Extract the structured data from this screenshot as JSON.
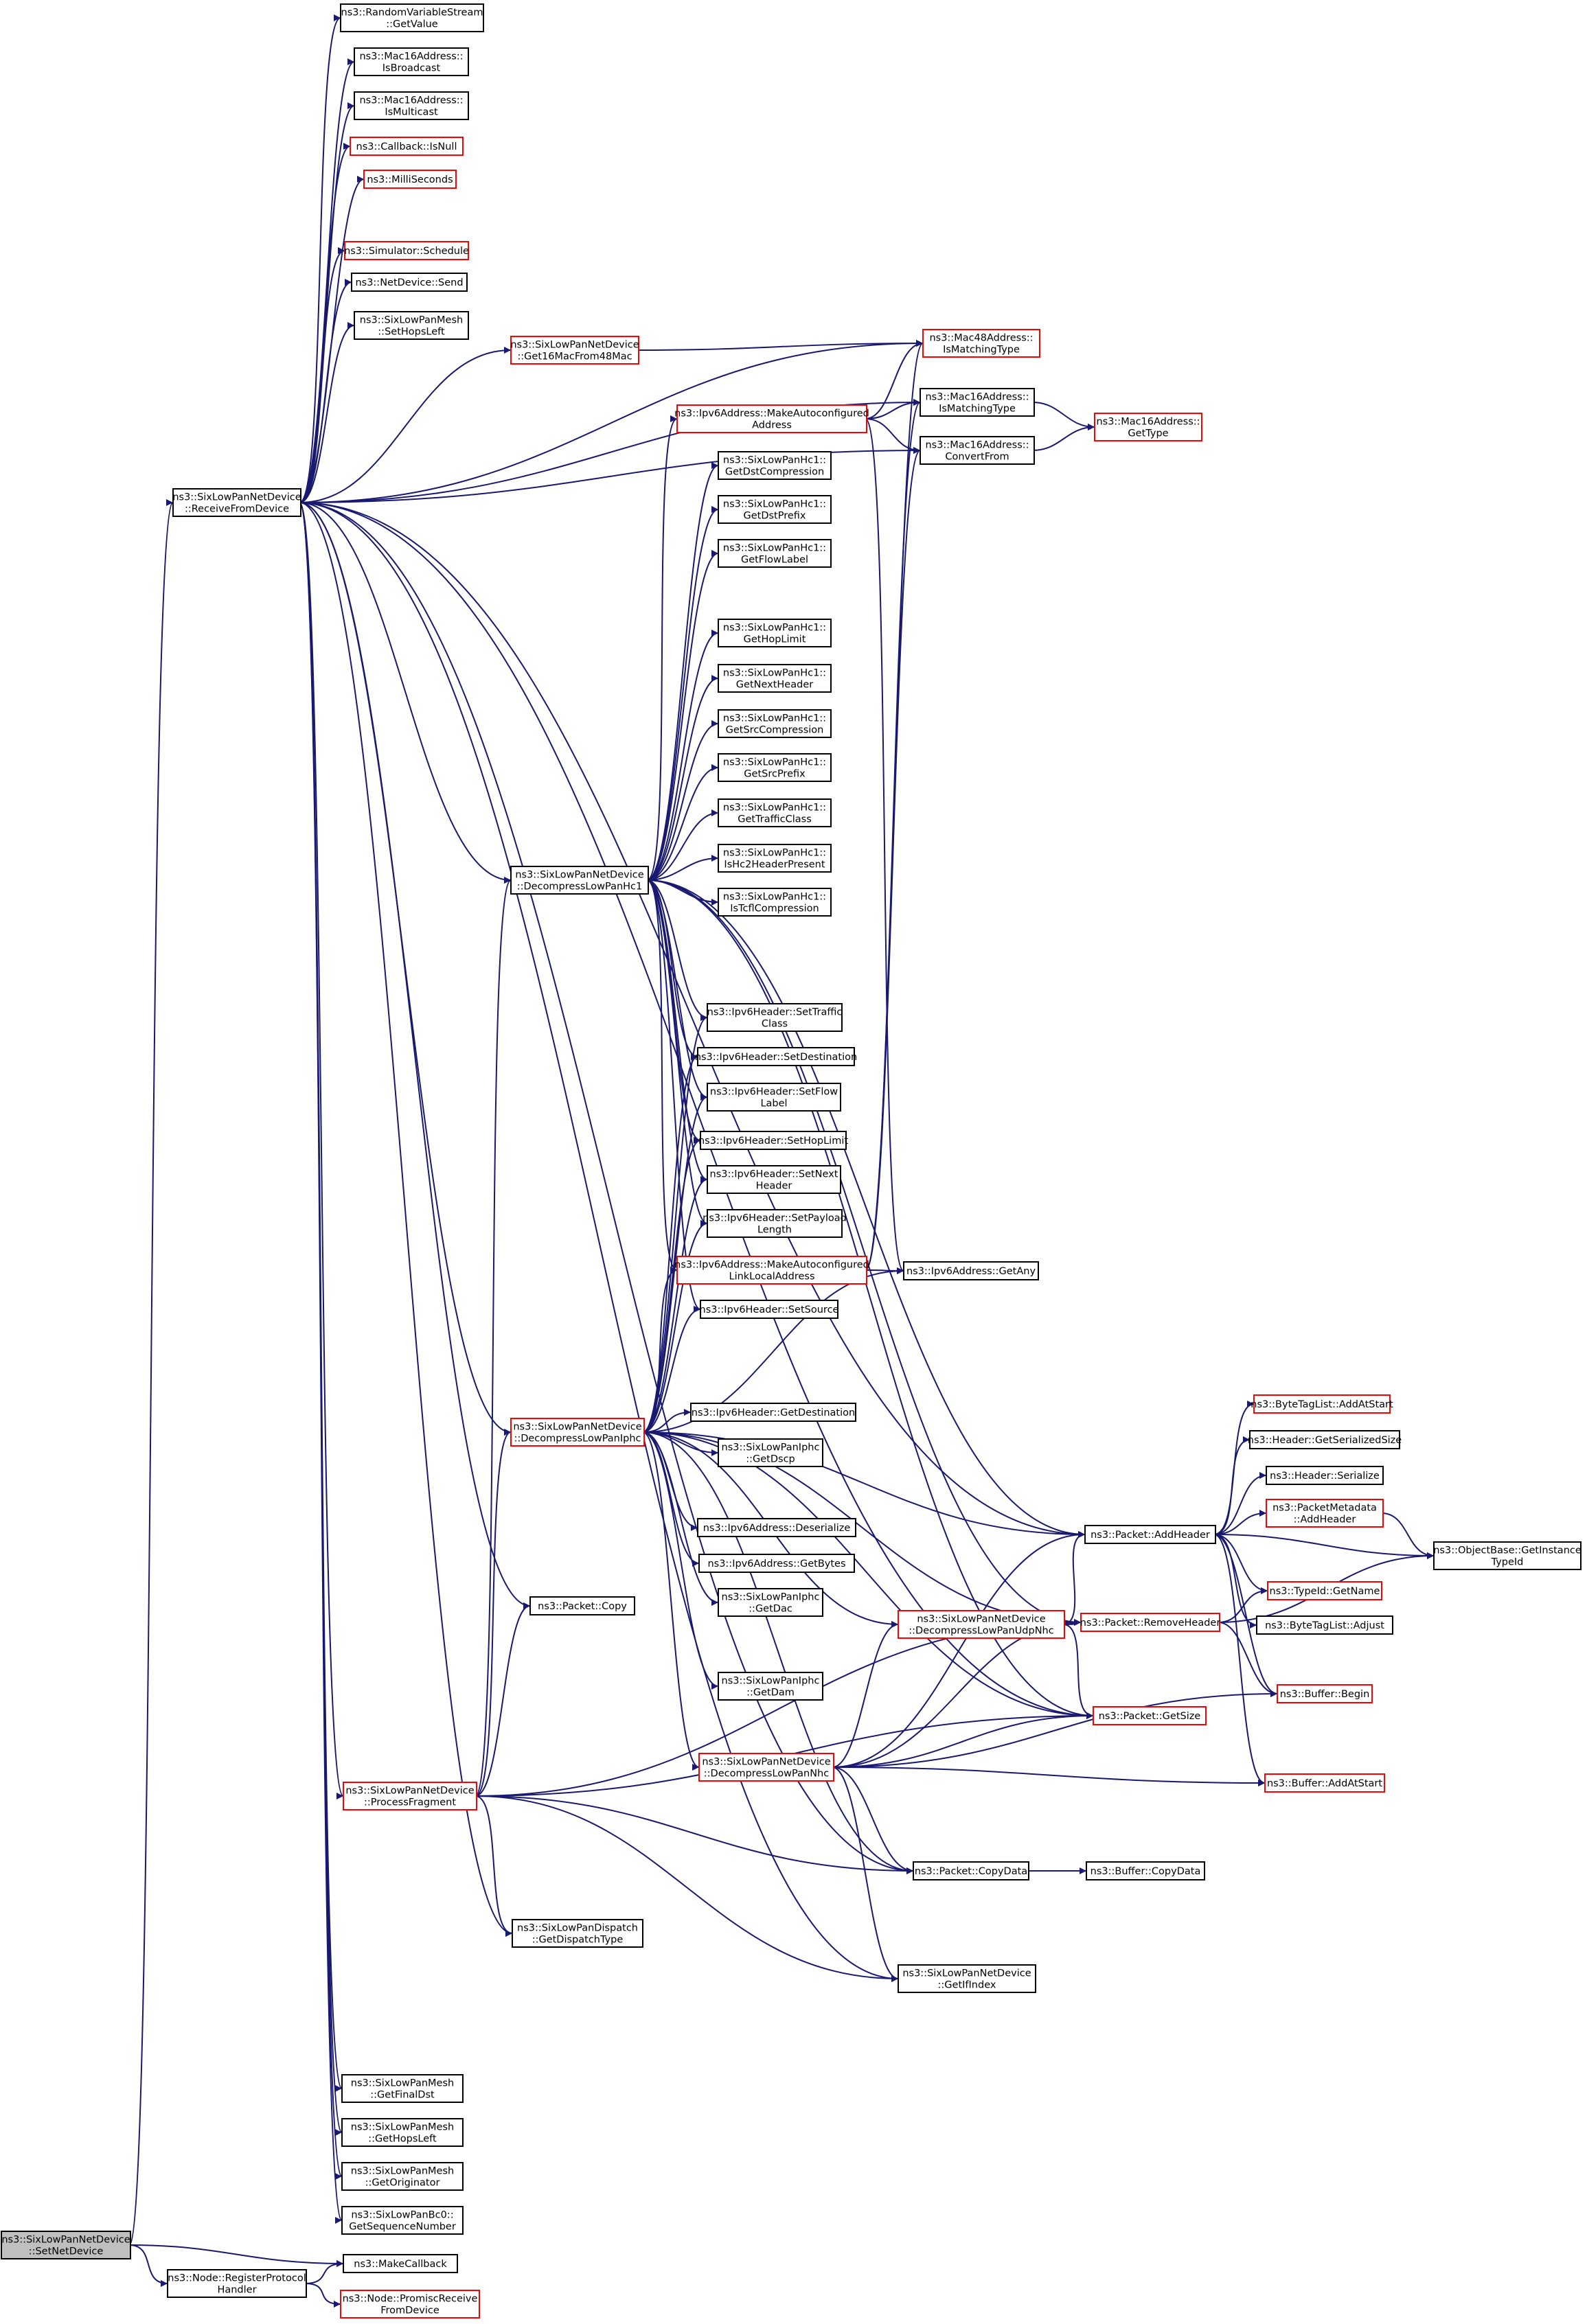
{
  "diagram": {
    "type": "call-graph",
    "nodes": {
      "setnetdevice": {
        "lines": [
          "ns3::SixLowPanNetDevice",
          "::SetNetDevice"
        ],
        "color": "black",
        "root": true
      },
      "makecallback": {
        "lines": [
          "ns3::MakeCallback"
        ],
        "color": "black"
      },
      "regproto": {
        "lines": [
          "ns3::Node::RegisterProtocol",
          "Handler"
        ],
        "color": "black"
      },
      "promisc": {
        "lines": [
          "ns3::Node::PromiscReceive",
          "FromDevice"
        ],
        "color": "red"
      },
      "rfd": {
        "lines": [
          "ns3::SixLowPanNetDevice",
          "::ReceiveFromDevice"
        ],
        "color": "black"
      },
      "rvs": {
        "lines": [
          "ns3::RandomVariableStream",
          "::GetValue"
        ],
        "color": "black"
      },
      "m16bcast": {
        "lines": [
          "ns3::Mac16Address::",
          "IsBroadcast"
        ],
        "color": "black"
      },
      "m16mcast": {
        "lines": [
          "ns3::Mac16Address::",
          "IsMulticast"
        ],
        "color": "black"
      },
      "cbnull": {
        "lines": [
          "ns3::Callback::IsNull"
        ],
        "color": "red"
      },
      "millis": {
        "lines": [
          "ns3::MilliSeconds"
        ],
        "color": "red"
      },
      "simsched": {
        "lines": [
          "ns3::Simulator::Schedule"
        ],
        "color": "red"
      },
      "ndsend": {
        "lines": [
          "ns3::NetDevice::Send"
        ],
        "color": "black"
      },
      "meshsethops": {
        "lines": [
          "ns3::SixLowPanMesh",
          "::SetHopsLeft"
        ],
        "color": "black"
      },
      "get16mac": {
        "lines": [
          "ns3::SixLowPanNetDevice",
          "::Get16MacFrom48Mac"
        ],
        "color": "red"
      },
      "m48match": {
        "lines": [
          "ns3::Mac48Address::",
          "IsMatchingType"
        ],
        "color": "red"
      },
      "m16match": {
        "lines": [
          "ns3::Mac16Address::",
          "IsMatchingType"
        ],
        "color": "black"
      },
      "m16conv": {
        "lines": [
          "ns3::Mac16Address::",
          "ConvertFrom"
        ],
        "color": "black"
      },
      "m16type": {
        "lines": [
          "ns3::Mac16Address::",
          "GetType"
        ],
        "color": "red"
      },
      "v6mkauto": {
        "lines": [
          "ns3::Ipv6Address::MakeAutoconfigured",
          "Address"
        ],
        "color": "red"
      },
      "hc1dstcomp": {
        "lines": [
          "ns3::SixLowPanHc1::",
          "GetDstCompression"
        ],
        "color": "black"
      },
      "hc1dstpre": {
        "lines": [
          "ns3::SixLowPanHc1::",
          "GetDstPrefix"
        ],
        "color": "black"
      },
      "hc1flow": {
        "lines": [
          "ns3::SixLowPanHc1::",
          "GetFlowLabel"
        ],
        "color": "black"
      },
      "hc1hop": {
        "lines": [
          "ns3::SixLowPanHc1::",
          "GetHopLimit"
        ],
        "color": "black"
      },
      "hc1next": {
        "lines": [
          "ns3::SixLowPanHc1::",
          "GetNextHeader"
        ],
        "color": "black"
      },
      "hc1srccomp": {
        "lines": [
          "ns3::SixLowPanHc1::",
          "GetSrcCompression"
        ],
        "color": "black"
      },
      "hc1srcpre": {
        "lines": [
          "ns3::SixLowPanHc1::",
          "GetSrcPrefix"
        ],
        "color": "black"
      },
      "hc1tc": {
        "lines": [
          "ns3::SixLowPanHc1::",
          "GetTrafficClass"
        ],
        "color": "black"
      },
      "hc1hc2": {
        "lines": [
          "ns3::SixLowPanHc1::",
          "IsHc2HeaderPresent"
        ],
        "color": "black"
      },
      "hc1tcfl": {
        "lines": [
          "ns3::SixLowPanHc1::",
          "IsTcflCompression"
        ],
        "color": "black"
      },
      "dechc1": {
        "lines": [
          "ns3::SixLowPanNetDevice",
          "::DecompressLowPanHc1"
        ],
        "color": "black"
      },
      "settc": {
        "lines": [
          "ns3::Ipv6Header::SetTraffic",
          "Class"
        ],
        "color": "black"
      },
      "setdst": {
        "lines": [
          "ns3::Ipv6Header::SetDestination"
        ],
        "color": "black"
      },
      "setflow": {
        "lines": [
          "ns3::Ipv6Header::SetFlow",
          "Label"
        ],
        "color": "black"
      },
      "sethop": {
        "lines": [
          "ns3::Ipv6Header::SetHopLimit"
        ],
        "color": "black"
      },
      "setnext": {
        "lines": [
          "ns3::Ipv6Header::SetNext",
          "Header"
        ],
        "color": "black"
      },
      "setpay": {
        "lines": [
          "ns3::Ipv6Header::SetPayload",
          "Length"
        ],
        "color": "black"
      },
      "v6mkll": {
        "lines": [
          "ns3::Ipv6Address::MakeAutoconfigured",
          "LinkLocalAddress"
        ],
        "color": "red"
      },
      "v6any": {
        "lines": [
          "ns3::Ipv6Address::GetAny"
        ],
        "color": "black"
      },
      "setsrc": {
        "lines": [
          "ns3::Ipv6Header::SetSource"
        ],
        "color": "black"
      },
      "deciphc": {
        "lines": [
          "ns3::SixLowPanNetDevice",
          "::DecompressLowPanIphc"
        ],
        "color": "red"
      },
      "getdest": {
        "lines": [
          "ns3::Ipv6Header::GetDestination"
        ],
        "color": "black"
      },
      "iphcdscp": {
        "lines": [
          "ns3::SixLowPanIphc",
          "::GetDscp"
        ],
        "color": "black"
      },
      "v6deser": {
        "lines": [
          "ns3::Ipv6Address::Deserialize"
        ],
        "color": "black"
      },
      "v6bytes": {
        "lines": [
          "ns3::Ipv6Address::GetBytes"
        ],
        "color": "black"
      },
      "iphcdac": {
        "lines": [
          "ns3::SixLowPanIphc",
          "::GetDac"
        ],
        "color": "black"
      },
      "iphcdam": {
        "lines": [
          "ns3::SixLowPanIphc",
          "::GetDam"
        ],
        "color": "black"
      },
      "pktcopy": {
        "lines": [
          "ns3::Packet::Copy"
        ],
        "color": "black"
      },
      "procfrag": {
        "lines": [
          "ns3::SixLowPanNetDevice",
          "::ProcessFragment"
        ],
        "color": "red"
      },
      "disptype": {
        "lines": [
          "ns3::SixLowPanDispatch",
          "::GetDispatchType"
        ],
        "color": "black"
      },
      "decudp": {
        "lines": [
          "ns3::SixLowPanNetDevice",
          "::DecompressLowPanUdpNhc"
        ],
        "color": "red"
      },
      "decnhc": {
        "lines": [
          "ns3::SixLowPanNetDevice",
          "::DecompressLowPanNhc"
        ],
        "color": "red"
      },
      "addheader": {
        "lines": [
          "ns3::Packet::AddHeader"
        ],
        "color": "black"
      },
      "remheader": {
        "lines": [
          "ns3::Packet::RemoveHeader"
        ],
        "color": "red"
      },
      "getsize": {
        "lines": [
          "ns3::Packet::GetSize"
        ],
        "color": "red"
      },
      "copydata": {
        "lines": [
          "ns3::Packet::CopyData"
        ],
        "color": "black"
      },
      "bufcopy": {
        "lines": [
          "ns3::Buffer::CopyData"
        ],
        "color": "black"
      },
      "getifindex": {
        "lines": [
          "ns3::SixLowPanNetDevice",
          "::GetIfIndex"
        ],
        "color": "black"
      },
      "btladd": {
        "lines": [
          "ns3::ByteTagList::AddAtStart"
        ],
        "color": "red"
      },
      "hdrsize": {
        "lines": [
          "ns3::Header::GetSerializedSize"
        ],
        "color": "black"
      },
      "hdrser": {
        "lines": [
          "ns3::Header::Serialize"
        ],
        "color": "black"
      },
      "pmaddhdr": {
        "lines": [
          "ns3::PacketMetadata",
          "::AddHeader"
        ],
        "color": "red"
      },
      "obtypeid": {
        "lines": [
          "ns3::ObjectBase::GetInstance",
          "TypeId"
        ],
        "color": "black"
      },
      "tidname": {
        "lines": [
          "ns3::TypeId::GetName"
        ],
        "color": "red"
      },
      "btladj": {
        "lines": [
          "ns3::ByteTagList::Adjust"
        ],
        "color": "black"
      },
      "bufbegin": {
        "lines": [
          "ns3::Buffer::Begin"
        ],
        "color": "red"
      },
      "bufaddstart": {
        "lines": [
          "ns3::Buffer::AddAtStart"
        ],
        "color": "red"
      },
      "meshfinal": {
        "lines": [
          "ns3::SixLowPanMesh",
          "::GetFinalDst"
        ],
        "color": "black"
      },
      "meshhops": {
        "lines": [
          "ns3::SixLowPanMesh",
          "::GetHopsLeft"
        ],
        "color": "black"
      },
      "meshorig": {
        "lines": [
          "ns3::SixLowPanMesh",
          "::GetOriginator"
        ],
        "color": "black"
      },
      "bc0seq": {
        "lines": [
          "ns3::SixLowPanBc0::",
          "GetSequenceNumber"
        ],
        "color": "black"
      }
    },
    "edges": [
      [
        "setnetdevice",
        "makecallback"
      ],
      [
        "setnetdevice",
        "regproto"
      ],
      [
        "setnetdevice",
        "rfd"
      ],
      [
        "regproto",
        "makecallback"
      ],
      [
        "regproto",
        "promisc"
      ],
      [
        "rfd",
        "rvs"
      ],
      [
        "rfd",
        "m16bcast"
      ],
      [
        "rfd",
        "m16mcast"
      ],
      [
        "rfd",
        "cbnull"
      ],
      [
        "rfd",
        "millis"
      ],
      [
        "rfd",
        "simsched"
      ],
      [
        "rfd",
        "ndsend"
      ],
      [
        "rfd",
        "meshsethops"
      ],
      [
        "rfd",
        "m48match"
      ],
      [
        "rfd",
        "addheader"
      ],
      [
        "rfd",
        "get16mac"
      ],
      [
        "rfd",
        "m16match"
      ],
      [
        "rfd",
        "m16conv"
      ],
      [
        "rfd",
        "dechc1"
      ],
      [
        "rfd",
        "deciphc"
      ],
      [
        "rfd",
        "pktcopy"
      ],
      [
        "rfd",
        "procfrag"
      ],
      [
        "rfd",
        "disptype"
      ],
      [
        "rfd",
        "getifindex"
      ],
      [
        "rfd",
        "getsize"
      ],
      [
        "rfd",
        "copydata"
      ],
      [
        "rfd",
        "meshfinal"
      ],
      [
        "rfd",
        "meshhops"
      ],
      [
        "rfd",
        "meshorig"
      ],
      [
        "rfd",
        "bc0seq"
      ],
      [
        "get16mac",
        "m48match"
      ],
      [
        "m16match",
        "m16type"
      ],
      [
        "m16conv",
        "m16type"
      ],
      [
        "v6mkauto",
        "m48match"
      ],
      [
        "v6mkauto",
        "m16match"
      ],
      [
        "v6mkauto",
        "m16conv"
      ],
      [
        "v6mkauto",
        "v6any"
      ],
      [
        "dechc1",
        "v6mkauto"
      ],
      [
        "dechc1",
        "hc1dstcomp"
      ],
      [
        "dechc1",
        "hc1dstpre"
      ],
      [
        "dechc1",
        "hc1flow"
      ],
      [
        "dechc1",
        "hc1hop"
      ],
      [
        "dechc1",
        "hc1next"
      ],
      [
        "dechc1",
        "hc1srccomp"
      ],
      [
        "dechc1",
        "hc1srcpre"
      ],
      [
        "dechc1",
        "hc1tc"
      ],
      [
        "dechc1",
        "hc1hc2"
      ],
      [
        "dechc1",
        "hc1tcfl"
      ],
      [
        "dechc1",
        "addheader"
      ],
      [
        "dechc1",
        "remheader"
      ],
      [
        "dechc1",
        "getsize"
      ],
      [
        "dechc1",
        "settc"
      ],
      [
        "dechc1",
        "setdst"
      ],
      [
        "dechc1",
        "setflow"
      ],
      [
        "dechc1",
        "sethop"
      ],
      [
        "dechc1",
        "setnext"
      ],
      [
        "dechc1",
        "setpay"
      ],
      [
        "dechc1",
        "v6mkll"
      ],
      [
        "dechc1",
        "setsrc"
      ],
      [
        "v6mkll",
        "m48match"
      ],
      [
        "v6mkll",
        "m16match"
      ],
      [
        "v6mkll",
        "m16conv"
      ],
      [
        "v6mkll",
        "v6any"
      ],
      [
        "deciphc",
        "settc"
      ],
      [
        "deciphc",
        "setdst"
      ],
      [
        "deciphc",
        "setflow"
      ],
      [
        "deciphc",
        "sethop"
      ],
      [
        "deciphc",
        "setnext"
      ],
      [
        "deciphc",
        "setpay"
      ],
      [
        "deciphc",
        "v6mkll"
      ],
      [
        "deciphc",
        "setsrc"
      ],
      [
        "deciphc",
        "v6any"
      ],
      [
        "deciphc",
        "getdest"
      ],
      [
        "deciphc",
        "iphcdscp"
      ],
      [
        "deciphc",
        "v6deser"
      ],
      [
        "deciphc",
        "v6bytes"
      ],
      [
        "deciphc",
        "iphcdac"
      ],
      [
        "deciphc",
        "iphcdam"
      ],
      [
        "deciphc",
        "addheader"
      ],
      [
        "deciphc",
        "remheader"
      ],
      [
        "deciphc",
        "getsize"
      ],
      [
        "deciphc",
        "copydata"
      ],
      [
        "deciphc",
        "decudp"
      ],
      [
        "deciphc",
        "decnhc"
      ],
      [
        "procfrag",
        "dechc1"
      ],
      [
        "procfrag",
        "deciphc"
      ],
      [
        "procfrag",
        "pktcopy"
      ],
      [
        "procfrag",
        "disptype"
      ],
      [
        "procfrag",
        "remheader"
      ],
      [
        "procfrag",
        "copydata"
      ],
      [
        "procfrag",
        "getifindex"
      ],
      [
        "procfrag",
        "getsize"
      ],
      [
        "decudp",
        "addheader"
      ],
      [
        "decudp",
        "remheader"
      ],
      [
        "decudp",
        "getsize"
      ],
      [
        "decnhc",
        "addheader"
      ],
      [
        "decnhc",
        "remheader"
      ],
      [
        "decnhc",
        "getsize"
      ],
      [
        "decnhc",
        "copydata"
      ],
      [
        "decnhc",
        "bufbegin"
      ],
      [
        "decnhc",
        "bufaddstart"
      ],
      [
        "decnhc",
        "getifindex"
      ],
      [
        "decnhc",
        "decudp"
      ],
      [
        "addheader",
        "btladd"
      ],
      [
        "addheader",
        "hdrsize"
      ],
      [
        "addheader",
        "hdrser"
      ],
      [
        "addheader",
        "pmaddhdr"
      ],
      [
        "addheader",
        "obtypeid"
      ],
      [
        "addheader",
        "tidname"
      ],
      [
        "addheader",
        "btladj"
      ],
      [
        "addheader",
        "bufbegin"
      ],
      [
        "addheader",
        "bufaddstart"
      ],
      [
        "remheader",
        "tidname"
      ],
      [
        "remheader",
        "bufbegin"
      ],
      [
        "remheader",
        "obtypeid"
      ],
      [
        "pmaddhdr",
        "obtypeid"
      ],
      [
        "copydata",
        "bufcopy"
      ]
    ]
  }
}
